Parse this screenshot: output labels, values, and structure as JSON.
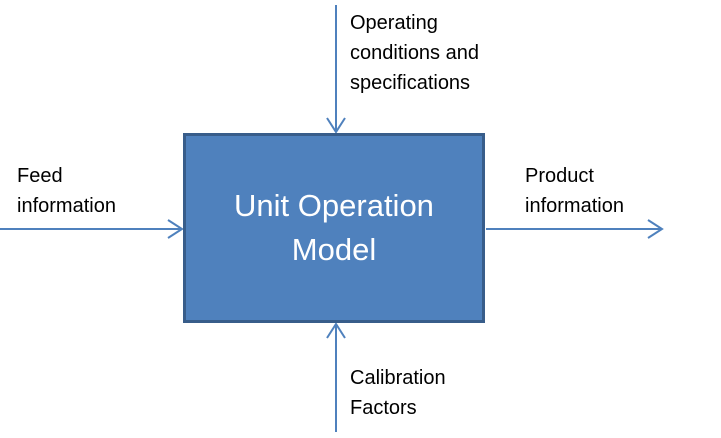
{
  "colors": {
    "box_fill": "#4f81bd",
    "box_border": "#385d8a",
    "arrow": "#4f81bd",
    "text": "#000000",
    "box_text": "#ffffff"
  },
  "diagram": {
    "center": {
      "line1": "Unit Operation",
      "line2": "Model"
    },
    "top_input": {
      "line1": "Operating",
      "line2": "conditions and",
      "line3": "specifications"
    },
    "left_input": {
      "line1": "Feed",
      "line2": "information"
    },
    "right_output": {
      "line1": "Product",
      "line2": "information"
    },
    "bottom_input": {
      "line1": "Calibration",
      "line2": "Factors"
    }
  }
}
